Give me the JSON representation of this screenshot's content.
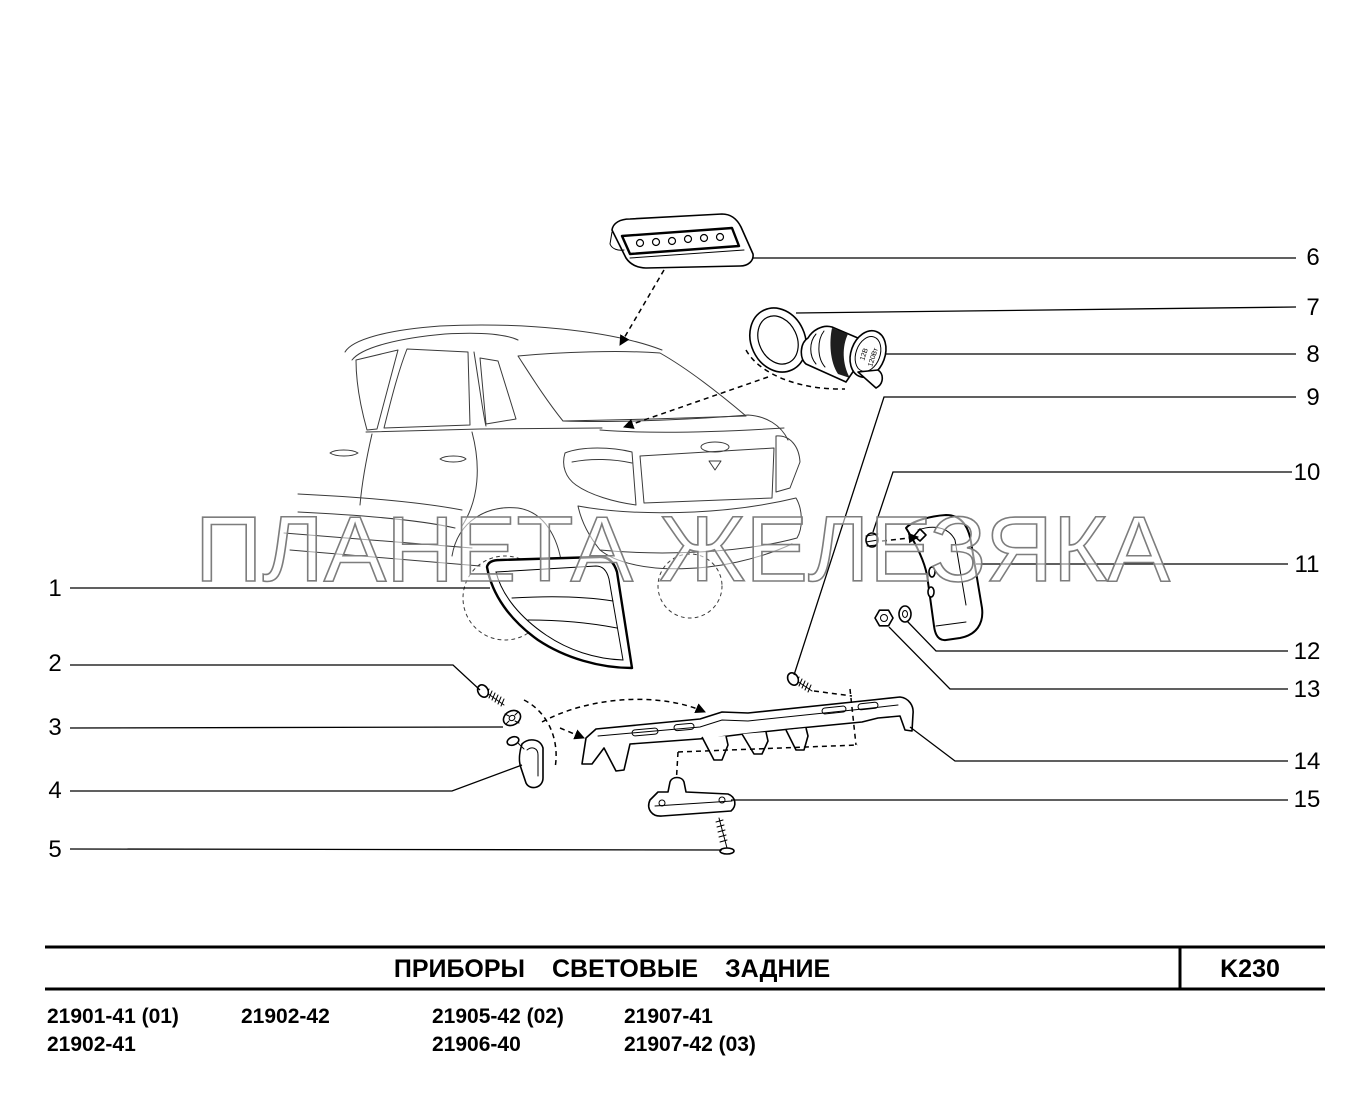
{
  "watermark": "ПЛАНЕТА ЖЕЛЕЗЯКА",
  "callouts": [
    "1",
    "2",
    "3",
    "4",
    "5",
    "6",
    "7",
    "8",
    "9",
    "10",
    "11",
    "12",
    "13",
    "14",
    "15"
  ],
  "socket_marking": {
    "voltage": "12В",
    "power": "120Вт"
  },
  "title_block": {
    "title": "ПРИБОРЫ СВЕТОВЫЕ ЗАДНИЕ",
    "code": "K230"
  },
  "models": {
    "col1": [
      "21901-41 (01)",
      "21902-41"
    ],
    "col2": [
      "21902-42"
    ],
    "col3": [
      "21905-42 (02)",
      "21906-40"
    ],
    "col4": [
      "21907-41",
      "21907-42 (03)"
    ]
  },
  "colors": {
    "line": "#000000",
    "car_line": "#3a3a3a",
    "watermark_outline": "#7d7d7d",
    "background": "#ffffff"
  }
}
